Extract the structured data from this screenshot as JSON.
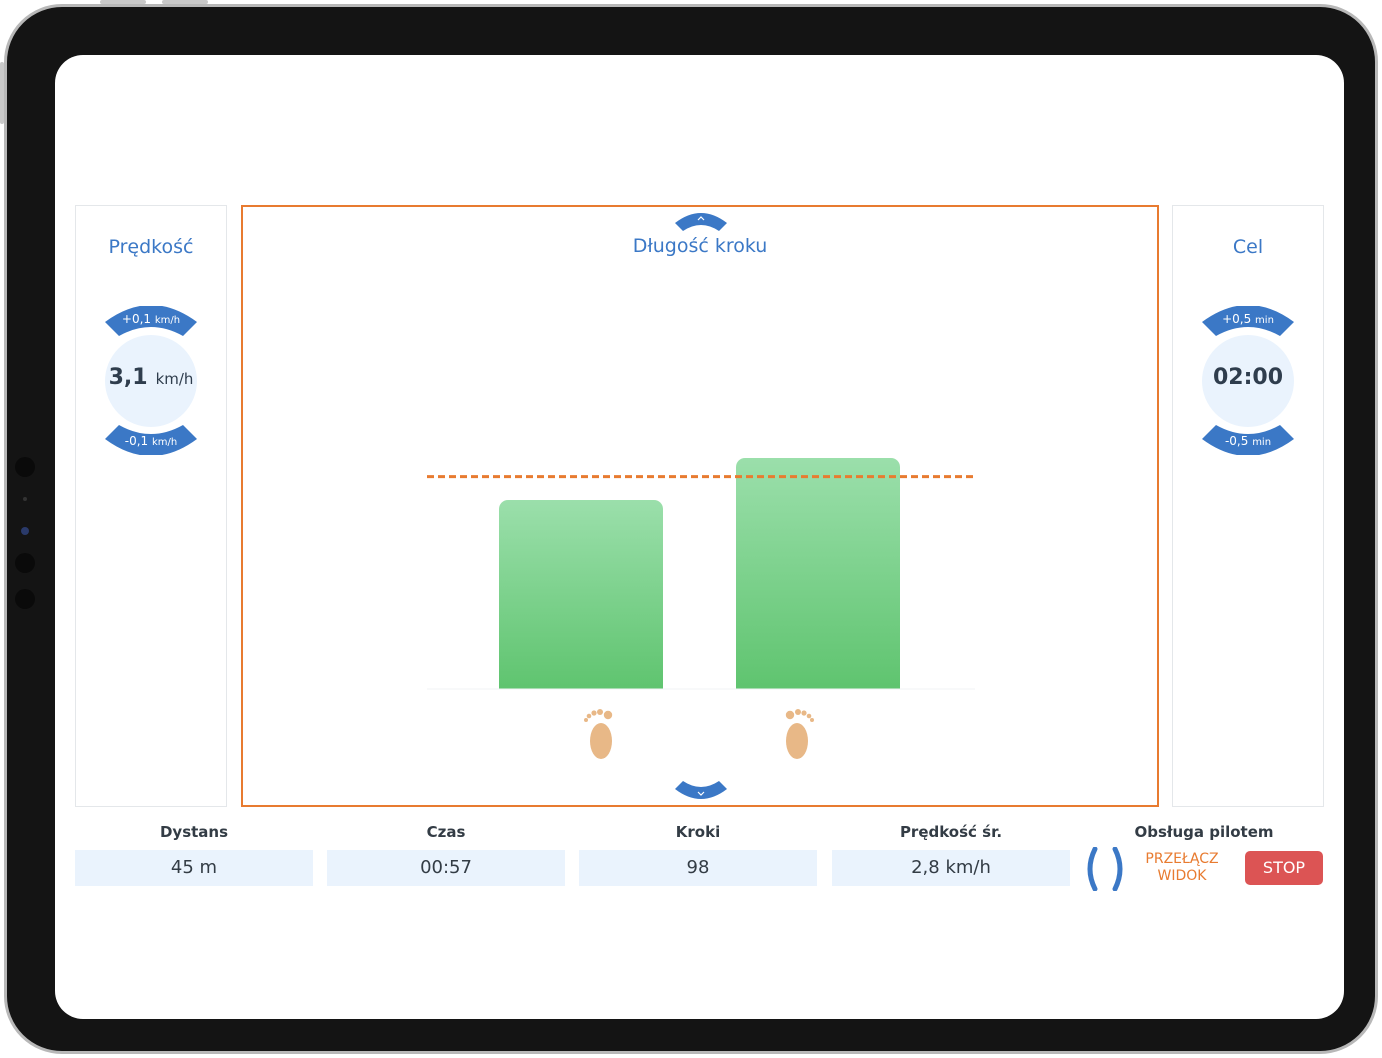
{
  "left_panel": {
    "title": "Prędkość",
    "increase": {
      "label": "+0,1",
      "unit": "km/h"
    },
    "value": "3,1",
    "unit": "km/h",
    "decrease": {
      "label": "-0,1",
      "unit": "km/h"
    }
  },
  "right_panel": {
    "title": "Cel",
    "increase": {
      "label": "+0,5",
      "unit": "min"
    },
    "value": "02:00",
    "decrease": {
      "label": "-0,5",
      "unit": "min"
    }
  },
  "main": {
    "title": "Długość kroku",
    "up_icon": "chevron-up-icon",
    "down_icon": "chevron-down-icon"
  },
  "chart_data": {
    "type": "bar",
    "categories": [
      "left-foot",
      "right-foot"
    ],
    "values": [
      0.82,
      1.0
    ],
    "target": 0.92,
    "ylim": [
      0,
      1.1
    ],
    "grid": false,
    "bar_color": "#6fcb80",
    "target_color": "#e87b30"
  },
  "stats": [
    {
      "label": "Dystans",
      "value": "45 m"
    },
    {
      "label": "Czas",
      "value": "00:57"
    },
    {
      "label": "Kroki",
      "value": "98"
    },
    {
      "label": "Prędkość śr.",
      "value": "2,8 km/h"
    }
  ],
  "remote": {
    "title": "Obsługa pilotem",
    "icon": "remote-brackets-icon",
    "switch_line1": "PRZEŁĄCZ",
    "switch_line2": "WIDOK",
    "stop_label": "STOP"
  },
  "colors": {
    "accent": "#3b78c6",
    "orange": "#e87b30",
    "stop": "#dc5454",
    "dial_bg": "#eaf3fd"
  }
}
